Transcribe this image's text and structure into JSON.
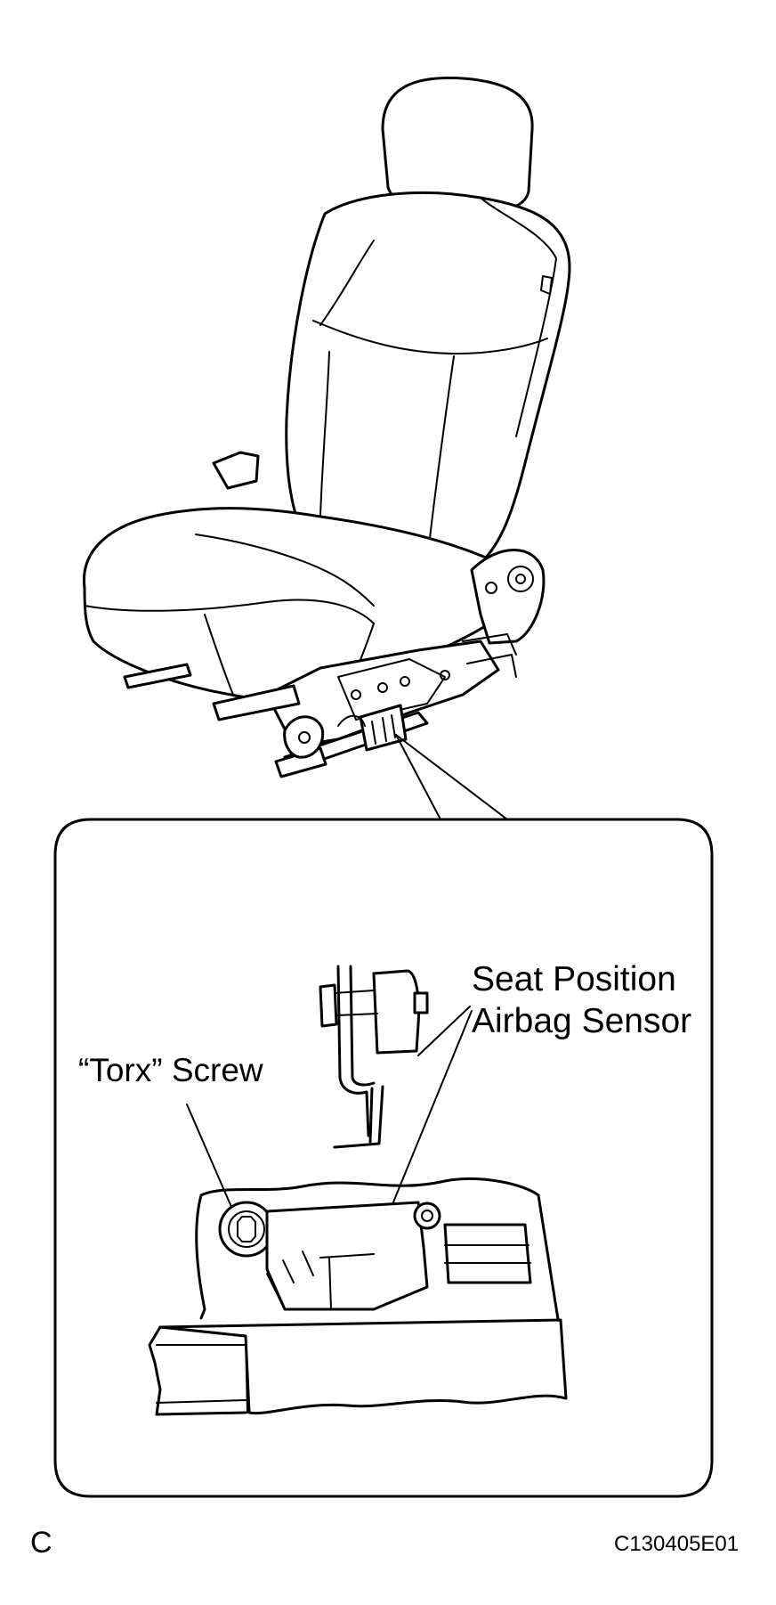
{
  "labels": {
    "seat_position_sensor_line1": "Seat Position",
    "seat_position_sensor_line2": "Airbag Sensor",
    "torx_screw": "“Torx” Screw",
    "corner_letter": "C",
    "figure_id": "C130405E01"
  },
  "colors": {
    "line": "#000000",
    "background": "#ffffff"
  }
}
